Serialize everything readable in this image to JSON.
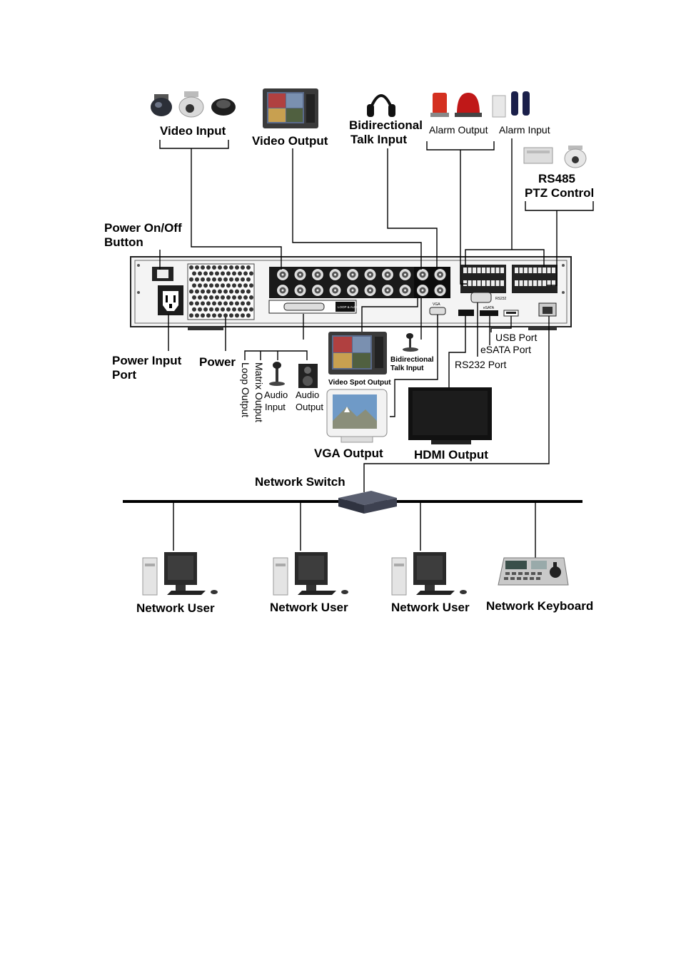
{
  "labels": {
    "video_input": "Video Input",
    "video_output": "Video Output",
    "bidirectional_talk_input_line1": "Bidirectional",
    "bidirectional_talk_input_line2": "Talk  Input",
    "alarm_output": "Alarm Output",
    "alarm_input": "Alarm Input",
    "rs485_line1": "RS485",
    "rs485_line2": "PTZ Control",
    "power_button_line1": "Power On/Off",
    "power_button_line2": "Button",
    "power_input_line1": "Power Input",
    "power_input_line2": "Port",
    "power": "Power",
    "loop_output": "Loop Output",
    "matrix_output": "Matrix Output",
    "audio_input_line1": "Audio",
    "audio_input_line2": "Input",
    "audio_output_line1": "Audio",
    "audio_output_line2": "Output",
    "video_spot_output": "Video Spot Output",
    "bidir_small_line1": "Bidirectional",
    "bidir_small_line2": "Talk Input",
    "usb_port": "USB Port",
    "esata_port": "eSATA Port",
    "rs232_port": "RS232 Port",
    "vga_output": "VGA Output",
    "hdmi_output": "HDMI Output",
    "network_switch": "Network Switch",
    "network_user_1": "Network User",
    "network_user_2": "Network User",
    "network_user_3": "Network User",
    "network_keyboard": "Network Keyboard",
    "panel_loop_audio": "LOOP & AUDIO",
    "panel_vga": "VGA",
    "panel_rs232": "RS232",
    "panel_esata": "eSATA"
  }
}
